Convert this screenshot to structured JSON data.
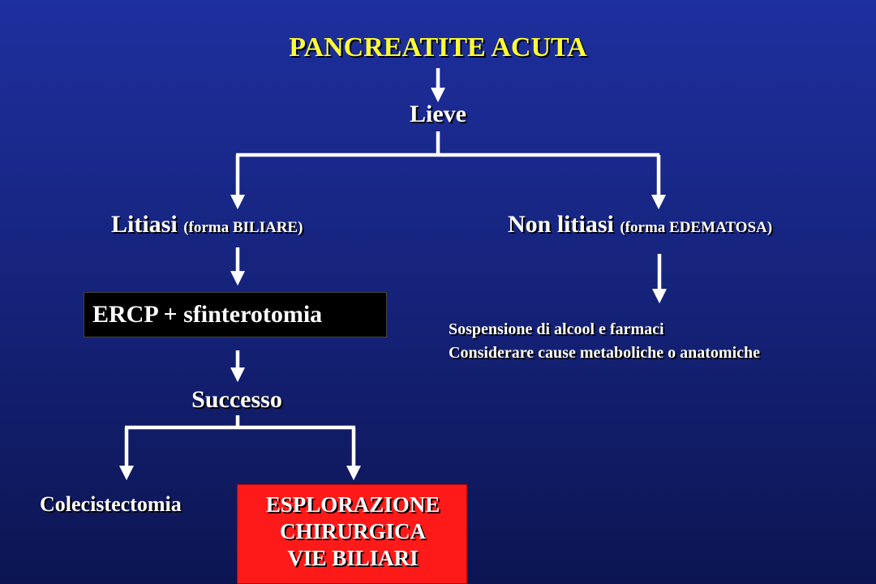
{
  "title": "PANCREATITE ACUTA",
  "level1": "Lieve",
  "left_branch": {
    "main": "Litiasi",
    "sub": "(forma BILIARE)"
  },
  "right_branch": {
    "main": "Non litiasi",
    "sub": "(forma EDEMATOSA)"
  },
  "ercp_box": "ERCP + sfinterotomia",
  "right_actions": [
    "Sospensione di alcool e farmaci",
    "Considerare cause metaboliche o anatomiche"
  ],
  "successo": "Successo",
  "colecistectomia": "Colecistectomia",
  "esplorazione_box": [
    "ESPLORAZIONE",
    "CHIRURGICA",
    "VIE BILIARI"
  ],
  "colors": {
    "background": "#16247e",
    "title": "#ffff33",
    "text": "#ffffff",
    "ercp_box": "#000000",
    "esplorazione_box": "#ff1a1a"
  }
}
